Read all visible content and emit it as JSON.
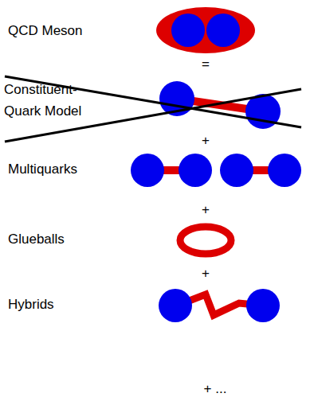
{
  "diagram": {
    "labels": [
      "QCD Meson",
      "=",
      "Constituent-Quark Model",
      "+",
      "Multiquarks",
      "+",
      "Glueballs",
      "+",
      "Hybrids",
      "+ ..."
    ]
  }
}
